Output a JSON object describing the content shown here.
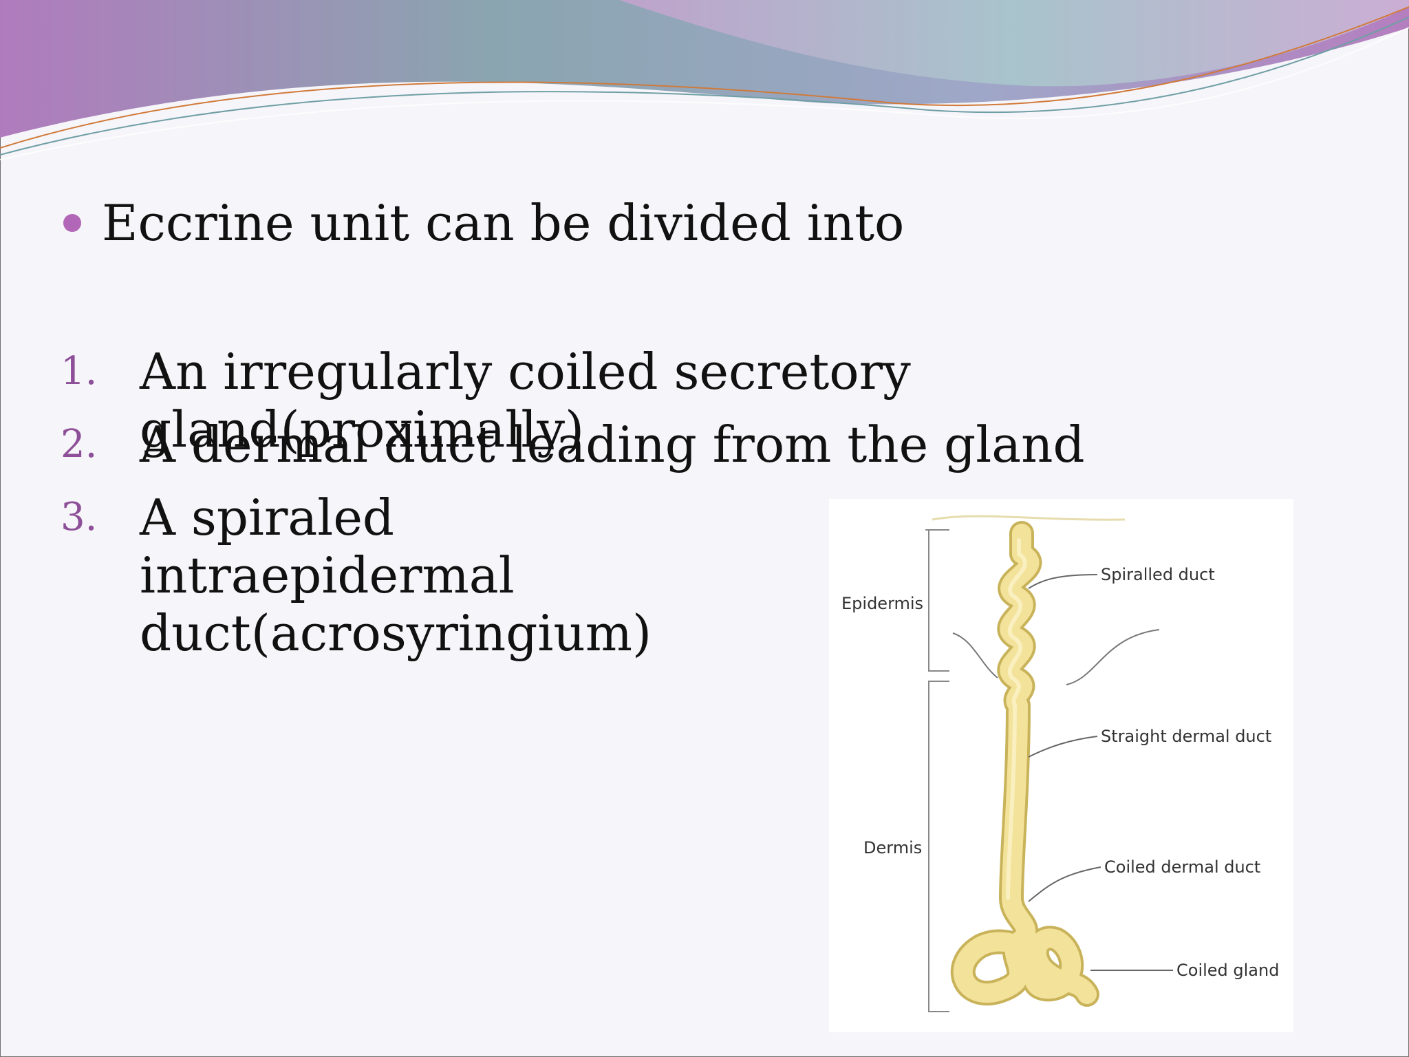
{
  "slide": {
    "bullet": "Eccrine unit can be divided into",
    "items": [
      {
        "num": "1.",
        "text": "An irregularly coiled secretory gland(proximally)"
      },
      {
        "num": "2.",
        "text": "A dermal duct leading from the gland"
      },
      {
        "num": "3.",
        "text": "A spiraled intraepidermal duct(acrosyringium)"
      }
    ]
  },
  "diagram": {
    "layers": {
      "epidermis": "Epidermis",
      "dermis": "Dermis"
    },
    "labels": {
      "spiralled_duct": "Spiralled duct",
      "straight_dermal_duct": "Straight dermal duct",
      "coiled_dermal_duct": "Coiled dermal duct",
      "coiled_gland": "Coiled gland"
    }
  },
  "colors": {
    "accent": "#b166b8",
    "number": "#8e4f99",
    "duct": "#f3e29a",
    "duct_outline": "#c9b35a"
  }
}
